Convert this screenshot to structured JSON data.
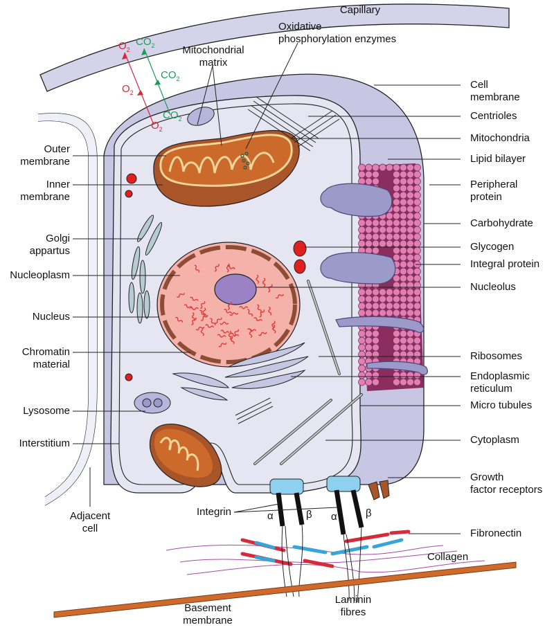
{
  "title": "Cell structure with capillary and extracellular matrix",
  "colors": {
    "capillary": "#d4d3e9",
    "cytoplasm": "#e6e5f2",
    "outer_cell": "#c8c7e3",
    "mitochondria_outer": "#a9552a",
    "mitochondria_inner": "#cc6a2c",
    "cristae": "#f5d59a",
    "nucleus": "#f4b2ab",
    "nucleolus": "#9b82c4",
    "chromatin": "#e23a36",
    "nuclear_envelope": "#8d4d34",
    "lipid_head": "#e07fb2",
    "protein": "#9b9ac8",
    "golgi": "#b7cbd3",
    "integrin_cap": "#8fd0ef",
    "basement_membrane": "#cf6a2a",
    "collagen": "#a34ca8",
    "fibronectin_red": "#d52a3a",
    "fibronectin_blue": "#39a5d6",
    "o2": "#d8263a",
    "co2": "#1e9a5a"
  },
  "gases": {
    "o2": "O",
    "co2": "CO",
    "subscript": "2"
  },
  "labels": {
    "capillary": "Capillary",
    "mitochondrial_matrix": [
      "Mitochondrial",
      "matrix"
    ],
    "oxidative": [
      "Oxidative",
      "phosphorylation enzymes"
    ],
    "cell_membrane": [
      "Cell",
      "membrane"
    ],
    "centrioles": "Centrioles",
    "mitochondria": "Mitochondria",
    "lipid_bilayer": "Lipid bilayer",
    "peripheral_protein": [
      "Peripheral",
      "protein"
    ],
    "carbohydrate": "Carbohydrate",
    "glycogen": "Glycogen",
    "integral_protein": "Integral protein",
    "nucleolus": "Nucleolus",
    "ribosomes": "Ribosomes",
    "endoplasmic_reticulum": [
      "Endoplasmic",
      "reticulum"
    ],
    "micro_tubules": "Micro tubules",
    "cytoplasm": "Cytoplasm",
    "growth_factor_receptors": [
      "Growth",
      "factor receptors"
    ],
    "fibronectin": "Fibronectin",
    "collagen": "Collagen",
    "outer_membrane": [
      "Outer",
      "membrane"
    ],
    "inner_membrane": [
      "Inner",
      "membrane"
    ],
    "golgi": [
      "Golgi",
      "appartus"
    ],
    "nucleoplasm": "Nucleoplasm",
    "nucleus": "Nucleus",
    "chromatin": [
      "Chromatin",
      "material"
    ],
    "lysosome": "Lysosome",
    "interstitium": "Interstitium",
    "adjacent_cell": [
      "Adjacent",
      "cell"
    ],
    "integrin": "Integrin",
    "alpha": "α",
    "beta": "β",
    "laminin": [
      "Laminin",
      "fibres"
    ],
    "basement_membrane": [
      "Basement",
      "membrane"
    ]
  }
}
